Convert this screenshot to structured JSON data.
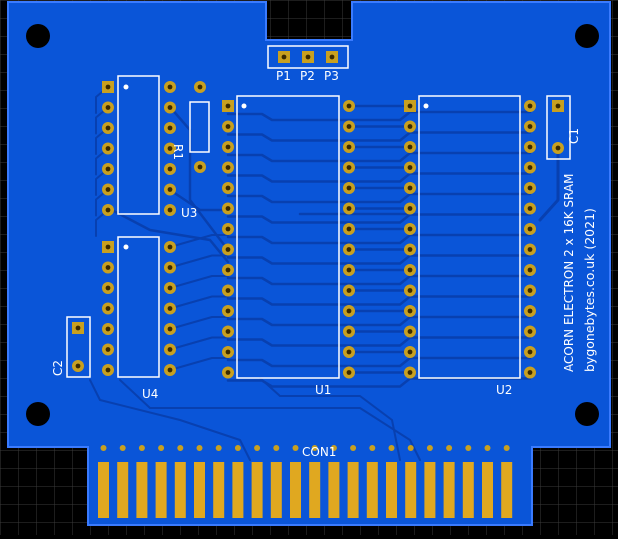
{
  "board": {
    "title_line1": "ACORN ELECTRON 2 x 16K SRAM",
    "title_line2": "bygonebytes.co.uk (2021)",
    "colors": {
      "background": "#000000",
      "grid": "#3a3a3a",
      "board_fill": "#0a55d8",
      "board_edge": "#3a7bff",
      "trace": "#0840b0",
      "pad": "#c8a020",
      "pad_hole": "#3a2a00",
      "silk": "#ffffff",
      "gold_finger": "#e0a820"
    }
  },
  "labels": {
    "p1": "P1",
    "p2": "P2",
    "p3": "P3",
    "r1": "R1",
    "u3": "U3",
    "u4": "U4",
    "u1": "U1",
    "u2": "U2",
    "c1": "C1",
    "c2": "C2",
    "con1": "CON1"
  },
  "components": {
    "u1_pins_per_side": 14,
    "u2_pins_per_side": 14,
    "u3_pins_per_side": 7,
    "u4_pins_per_side": 7,
    "con1_fingers": 22
  }
}
